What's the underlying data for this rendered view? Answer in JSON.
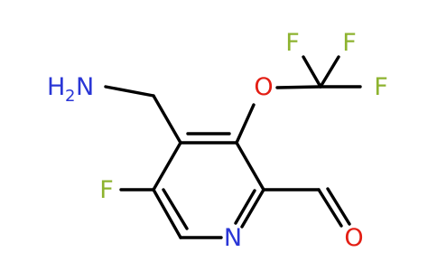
{
  "molecule": {
    "labels": {
      "f_top_left": "F",
      "f_top_center": "F",
      "f_right": "F",
      "o_ether": "O",
      "n_amine": "N",
      "h_amine": "H",
      "h2_subscript": "2",
      "f_ring": "F",
      "n_ring": "N",
      "o_aldehyde": "O"
    },
    "colors": {
      "fluorine": "#8db32f",
      "oxygen": "#e31e14",
      "nitrogen": "#2a36d6",
      "carbon_bond": "#000000"
    }
  }
}
